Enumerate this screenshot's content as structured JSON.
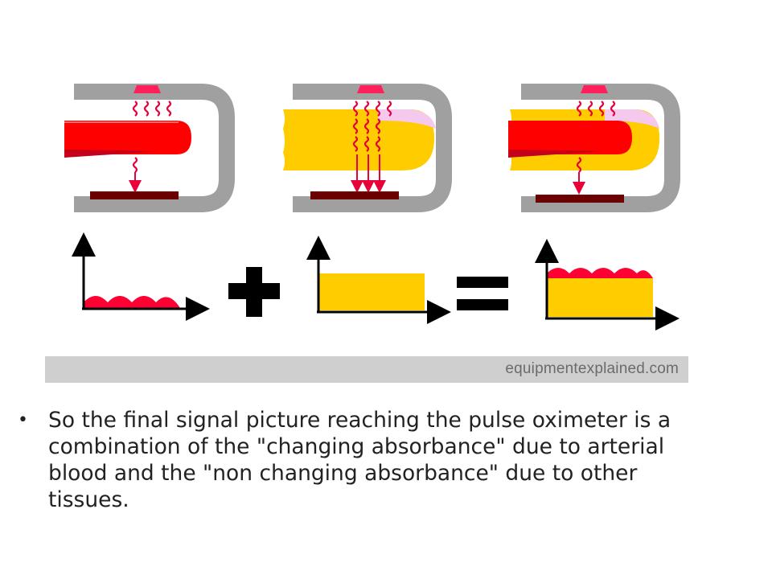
{
  "watermark": "equipmentexplained.com",
  "bullets": [
    {
      "marker": "•",
      "text": "So the final signal picture reaching the pulse oximeter is a combination of the \"changing absorbance\" due to arterial blood and the \"non changing absorbance\" due to other tissues."
    }
  ],
  "colors": {
    "probe": "#a0a0a0",
    "artery": "#ff0000",
    "artery_dark": "#c4001a",
    "tissue": "#ffcc00",
    "light_source": "#ff1f5a",
    "light_wave": "#e8003a",
    "detector": "#6b0000",
    "nail": "#f5c8ee",
    "axis": "#000000",
    "banner": "#cfcfcf"
  },
  "operators": [
    "+",
    "="
  ],
  "charts": [
    {
      "name": "changing-absorbance",
      "pulses": 4,
      "baseline": false
    },
    {
      "name": "non-changing-absorbance",
      "pulses": 0,
      "baseline": true
    },
    {
      "name": "combined-absorbance",
      "pulses": 4,
      "baseline": true
    }
  ]
}
